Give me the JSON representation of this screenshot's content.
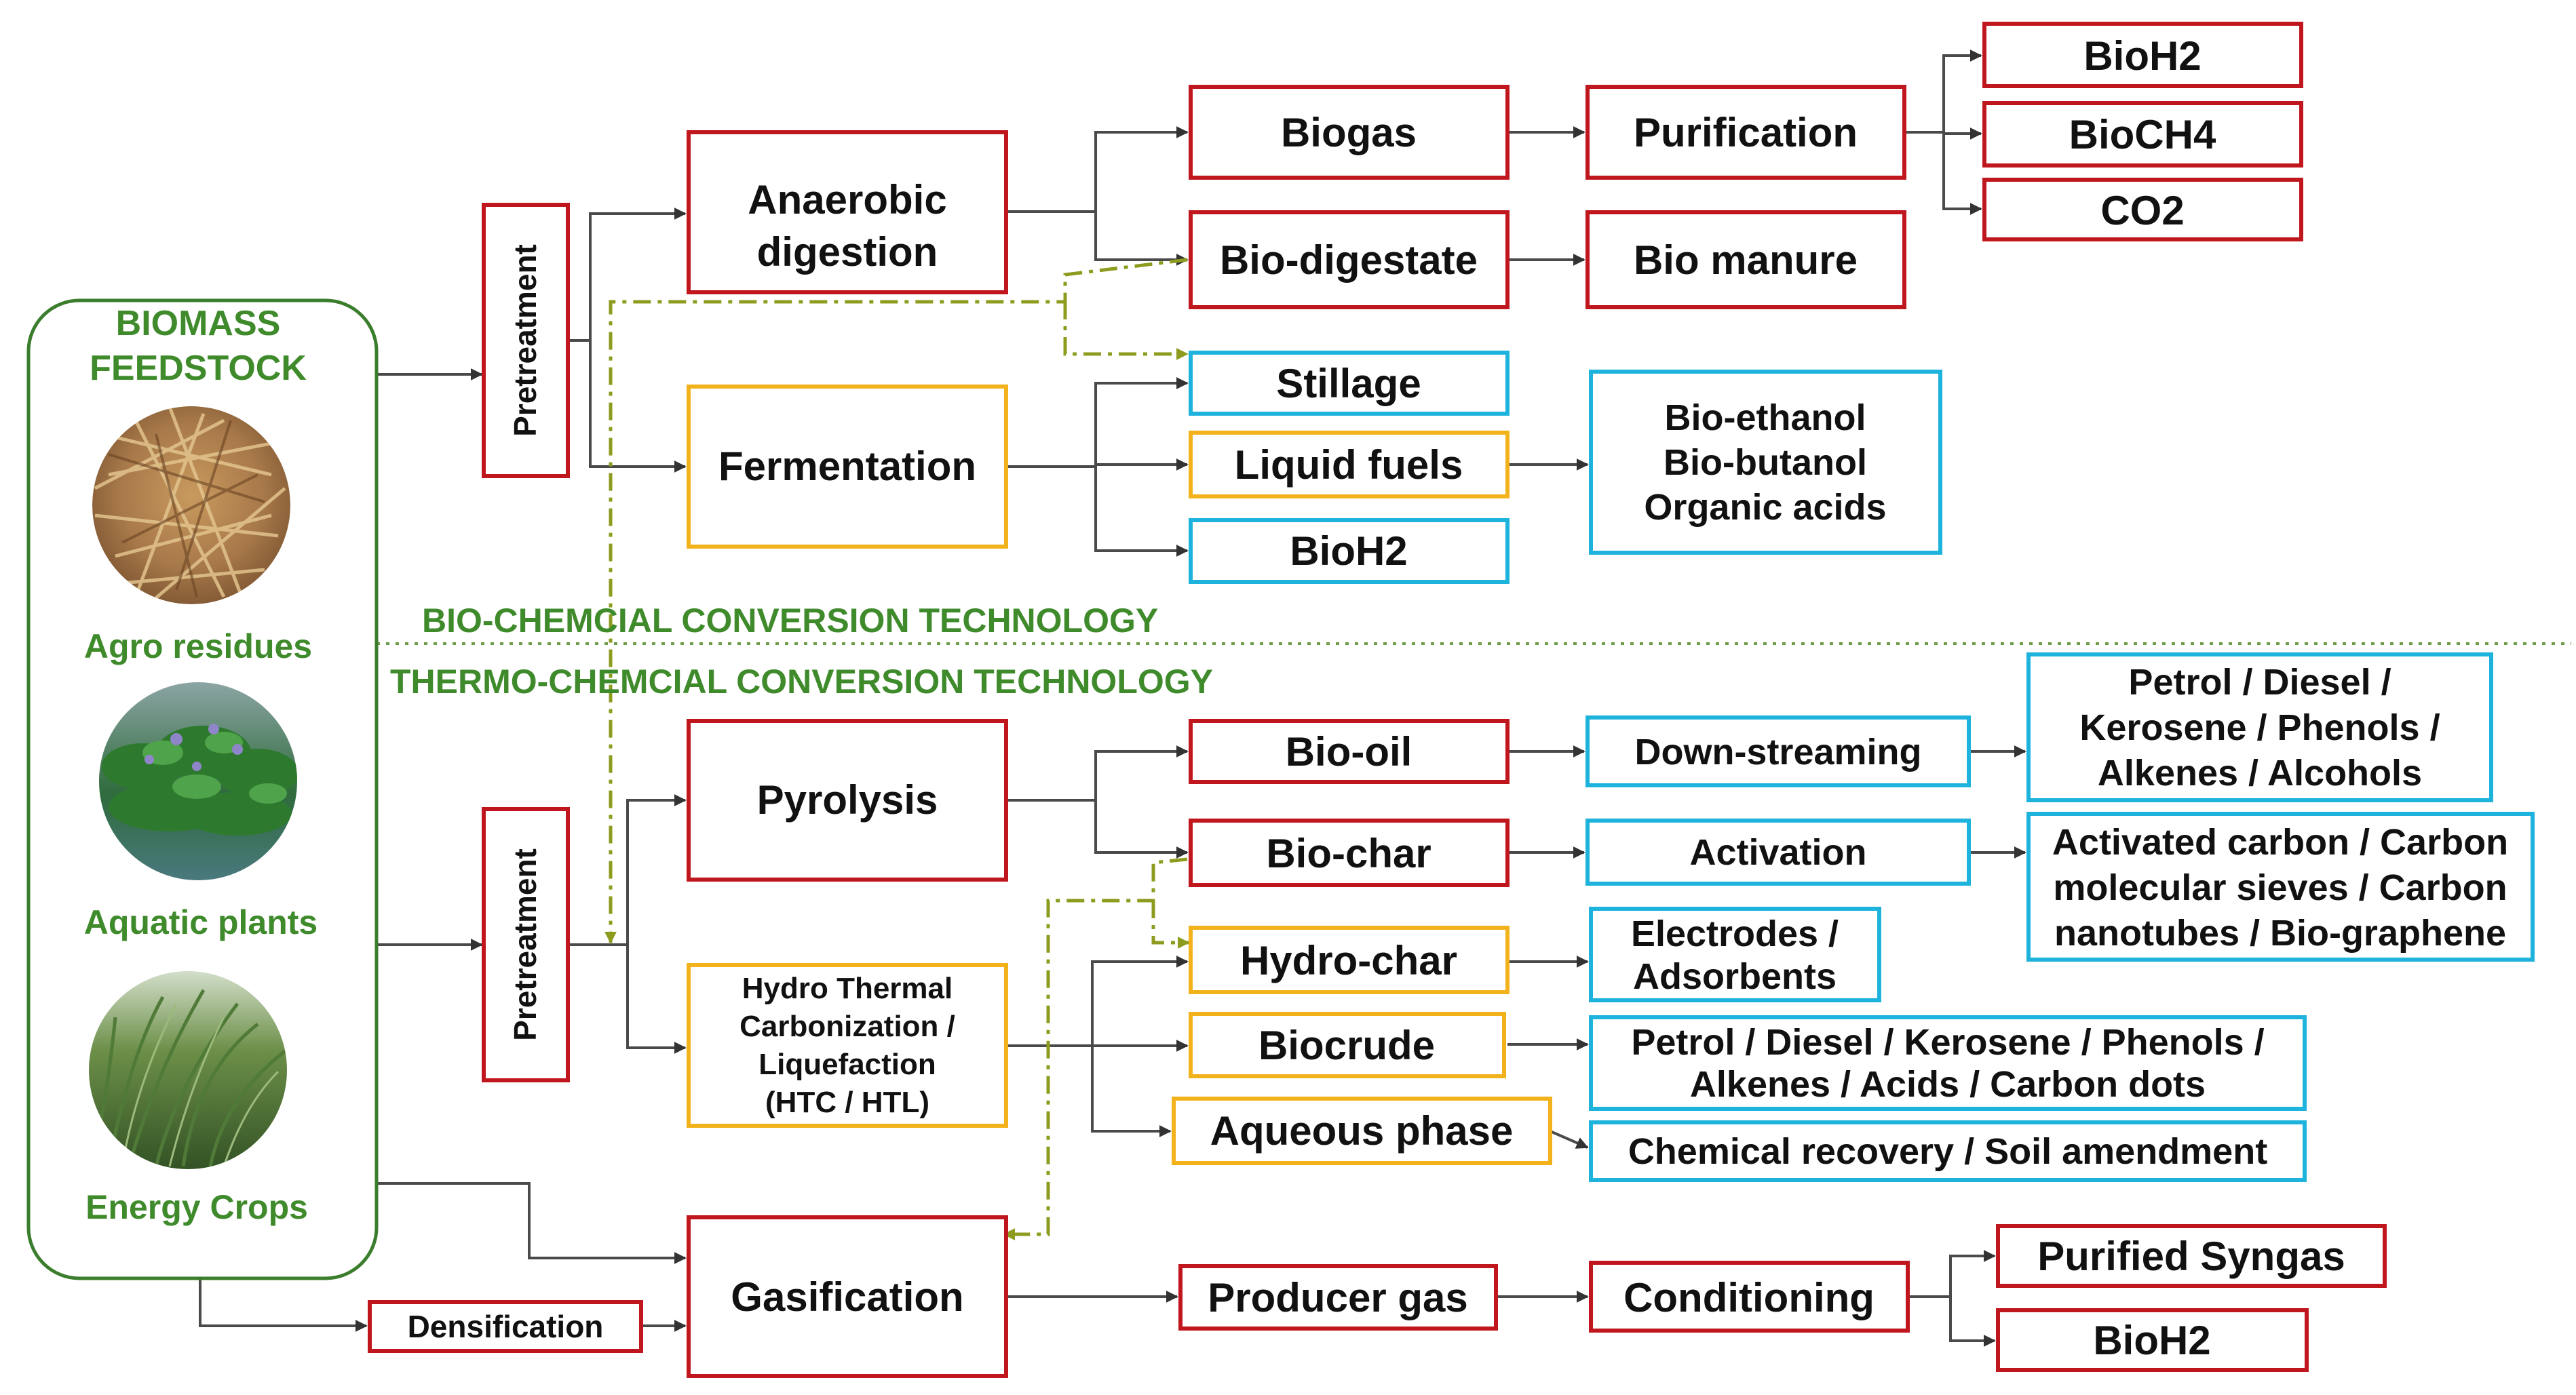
{
  "colors": {
    "red": "#c0161e",
    "orange": "#f2b21c",
    "blue": "#1eb3dc",
    "green": "#3a7d2c",
    "section_green": "#3f8b2c",
    "connector": "#4a4a4a",
    "dash": "#8d9c1e",
    "dotted_divider": "#6f9d4a"
  },
  "feedstock": {
    "title_line1": "BIOMASS",
    "title_line2": "FEEDSTOCK",
    "items": [
      {
        "label": "Agro residues",
        "photo": "straw-photo"
      },
      {
        "label": "Aquatic plants",
        "photo": "water-hyacinth-photo"
      },
      {
        "label": "Energy Crops",
        "photo": "grass-crop-photo"
      }
    ]
  },
  "sections": {
    "biochemical": "BIO-CHEMCIAL CONVERSION TECHNOLOGY",
    "thermochemical": "THERMO-CHEMCIAL CONVERSION TECHNOLOGY"
  },
  "nodes": {
    "pretreatment_bio": "Pretreatment",
    "pretreatment_thermo": "Pretreatment",
    "densification": "Densification",
    "anaerobic_l1": "Anaerobic",
    "anaerobic_l2": "digestion",
    "fermentation": "Fermentation",
    "biogas": "Biogas",
    "biodigestate": "Bio-digestate",
    "stillage": "Stillage",
    "liquid_fuels": "Liquid fuels",
    "bioh2_ferm": "BioH2",
    "purification": "Purification",
    "bio_manure": "Bio manure",
    "bioethanol": "Bio-ethanol",
    "biobutanol": "Bio-butanol",
    "organic_acids": "Organic acids",
    "bioh2_top": "BioH2",
    "bioch4": "BioCH4",
    "co2": "CO2",
    "pyrolysis": "Pyrolysis",
    "htc_l1": "Hydro Thermal",
    "htc_l2": "Carbonization /",
    "htc_l3": "Liquefaction",
    "htc_l4": "(HTC / HTL)",
    "gasification": "Gasification",
    "biooil": "Bio-oil",
    "biochar": "Bio-char",
    "hydrochar": "Hydro-char",
    "biocrude": "Biocrude",
    "aqueous": "Aqueous phase",
    "producer_gas": "Producer gas",
    "downstreaming": "Down-streaming",
    "activation": "Activation",
    "electrodes_l1": "Electrodes /",
    "electrodes_l2": "Adsorbents",
    "biocrude_out_l1": "Petrol / Diesel / Kerosene / Phenols /",
    "biocrude_out_l2": "Alkenes / Acids / Carbon dots",
    "chemical_recovery": "Chemical recovery / Soil amendment",
    "conditioning": "Conditioning",
    "petrol_l1": "Petrol / Diesel /",
    "petrol_l2": "Kerosene / Phenols /",
    "petrol_l3": "Alkenes / Alcohols",
    "activated_l1": "Activated carbon / Carbon",
    "activated_l2": "molecular sieves / Carbon",
    "activated_l3": "nanotubes / Bio-graphene",
    "purified_syngas": "Purified Syngas",
    "bioh2_gas": "BioH2"
  }
}
